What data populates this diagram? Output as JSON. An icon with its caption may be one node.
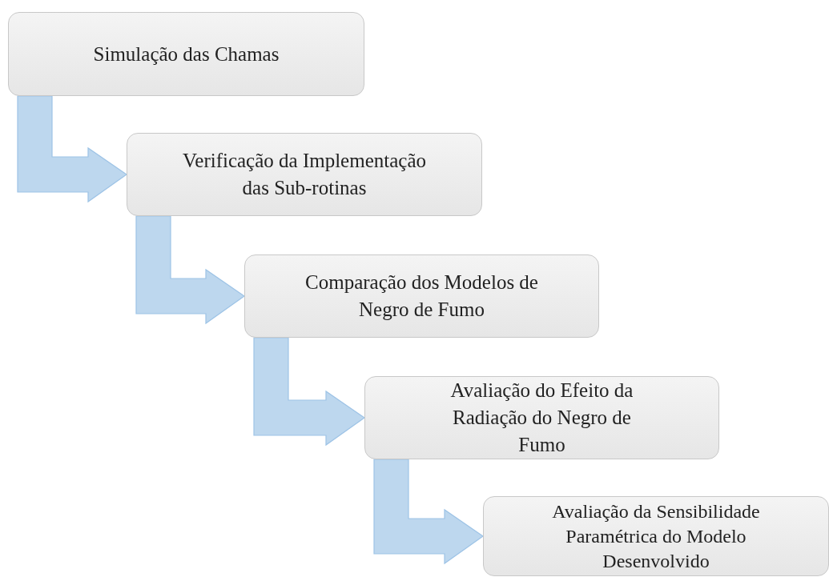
{
  "diagram": {
    "nodes": [
      {
        "text": [
          "Simulação das Chamas"
        ]
      },
      {
        "text": [
          "Verificação da Implementação das Sub-rotinas"
        ]
      },
      {
        "text": [
          "Comparação dos Modelos de Negro de Fumo"
        ]
      },
      {
        "text": [
          "Avaliação do Efeito da Radiação do Negro de Fumo"
        ]
      },
      {
        "text": [
          "Avaliação da Sensibilidade Paramétrica do Modelo Desenvolvido"
        ]
      }
    ],
    "edges": [
      {
        "from": 0,
        "to": 1,
        "arrow": "to"
      },
      {
        "from": 1,
        "to": 2,
        "arrow": "to"
      },
      {
        "from": 2,
        "to": 3,
        "arrow": "to"
      },
      {
        "from": 3,
        "to": 4,
        "arrow": "to"
      }
    ]
  }
}
